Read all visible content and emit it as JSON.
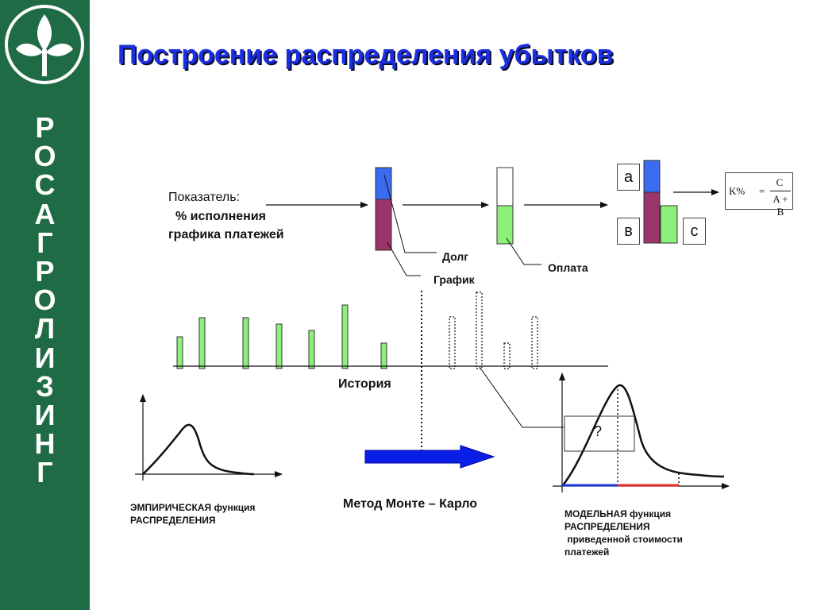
{
  "slide": {
    "title": "Построение распределения убытков",
    "sidebar_letters": [
      "Р",
      "О",
      "С",
      "А",
      "Г",
      "Р",
      "О",
      "Л",
      "И",
      "З",
      "И",
      "Н",
      "Г"
    ],
    "logo_icon": "leaf-logo-icon"
  },
  "indicator": {
    "line1": "Показатель:",
    "line2": "% исполнения",
    "line3": "графика платежей"
  },
  "labels": {
    "debt": "Долг",
    "schedule": "График",
    "payment": "Оплата",
    "history": "История",
    "monte_carlo": "Метод Монте – Карло",
    "question": "?"
  },
  "boxes": {
    "a": "a",
    "b": "в",
    "c": "c"
  },
  "formula": {
    "lhs": "K%",
    "eq": "=",
    "num": "C",
    "den": "A + B"
  },
  "empirical": {
    "line1": "ЭМПИРИЧЕСКАЯ функция",
    "line2": "РАСПРЕДЕЛЕНИЯ"
  },
  "model": {
    "line1": "МОДЕЛЬНАЯ функция",
    "line2": "РАСПРЕДЕЛЕНИЯ",
    "line3": " приведенной стоимости",
    "line4": "платежей"
  },
  "colors": {
    "sidebar": "#1f6b45",
    "title": "#1a2fe0",
    "debt_blue": "#3a6bf0",
    "schedule_maroon": "#9b3569",
    "payment_green": "#8cf07a",
    "arrow_blue": "#0a1fe6",
    "range_blue": "#1a3ad8",
    "range_red": "#e02a2a"
  }
}
